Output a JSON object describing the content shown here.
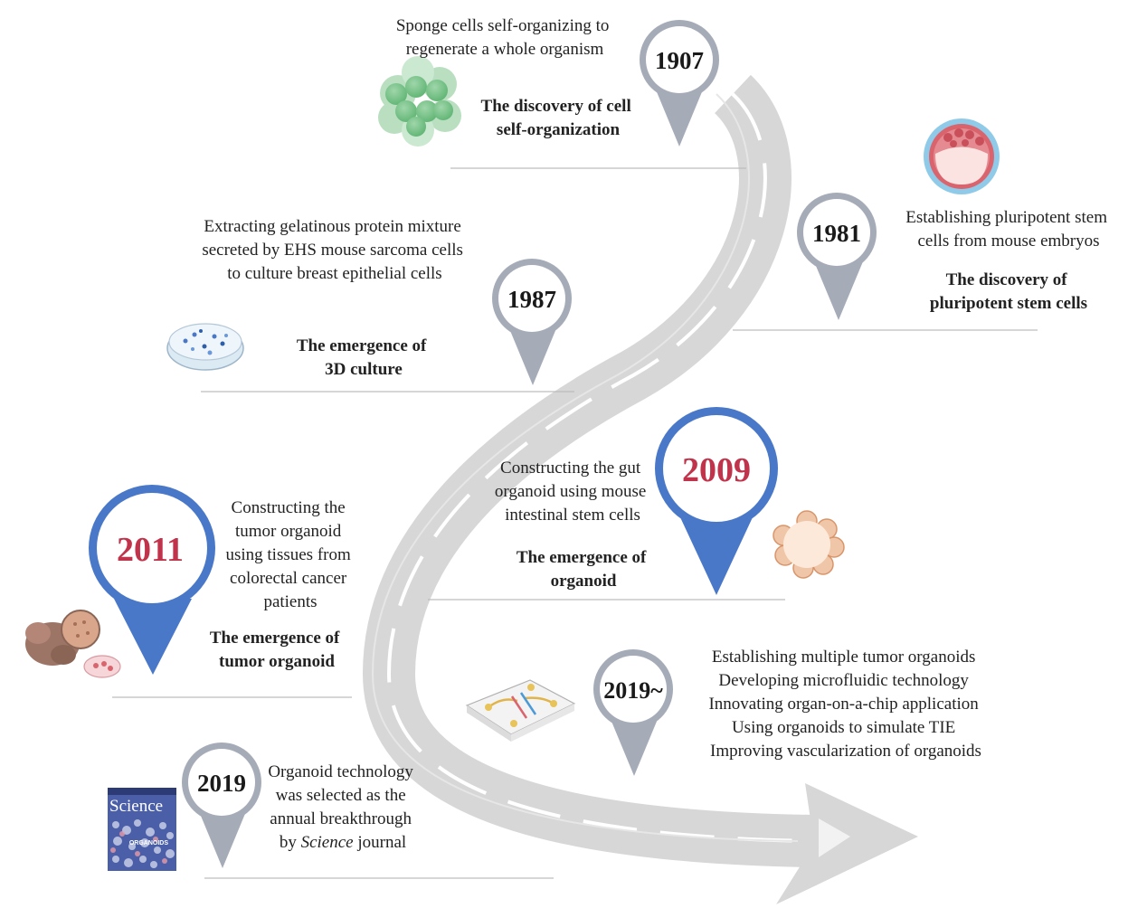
{
  "events": [
    {
      "year": "1907",
      "description": [
        "Sponge cells self-organizing to",
        "regenerate a whole organism"
      ],
      "title": [
        "The discovery of cell",
        "self-organization"
      ],
      "icon": "sponge-cell-cluster-icon"
    },
    {
      "year": "1981",
      "description": [
        "Establishing pluripotent stem",
        "cells from mouse embryos"
      ],
      "title": [
        "The discovery of",
        "pluripotent stem cells"
      ],
      "icon": "embryo-blastocyst-icon"
    },
    {
      "year": "1987",
      "description": [
        "Extracting gelatinous protein mixture",
        "secreted by EHS mouse sarcoma cells",
        "to culture breast epithelial cells"
      ],
      "title": [
        "The emergence of",
        "3D culture"
      ],
      "icon": "petri-dish-icon"
    },
    {
      "year": "2009",
      "description": [
        "Constructing the gut",
        "organoid using mouse",
        "intestinal stem cells"
      ],
      "title": [
        "The emergence of",
        "organoid"
      ],
      "icon": "gut-organoid-icon"
    },
    {
      "year": "2011",
      "description": [
        "Constructing the",
        "tumor organoid",
        "using tissues from",
        "colorectal cancer",
        "patients"
      ],
      "title": [
        "The emergence of",
        "tumor organoid"
      ],
      "icon": "tumor-tissue-icon"
    },
    {
      "year": "2019~",
      "description": [
        "Establishing multiple tumor organoids",
        "Developing microfluidic technology",
        "Innovating organ-on-a-chip application",
        "Using organoids to simulate TIE",
        "Improving vascularization of organoids"
      ],
      "title": [],
      "icon": "microfluidic-chip-icon"
    },
    {
      "year": "2019",
      "description": [
        "Organoid technology",
        "was selected as the",
        "annual breakthrough",
        "by Science journal"
      ],
      "title": [],
      "icon": "science-journal-cover-icon"
    }
  ],
  "journal_cover": {
    "masthead": "Science",
    "headline": "ORGANOIDS"
  },
  "colors": {
    "pin_gray": "#a5acb8",
    "pin_blue": "#4a78c8",
    "highlight_year": "#c0334a",
    "road": "#d9d9d9",
    "road_stripe": "#ffffff",
    "divider": "#bdbdbd"
  }
}
